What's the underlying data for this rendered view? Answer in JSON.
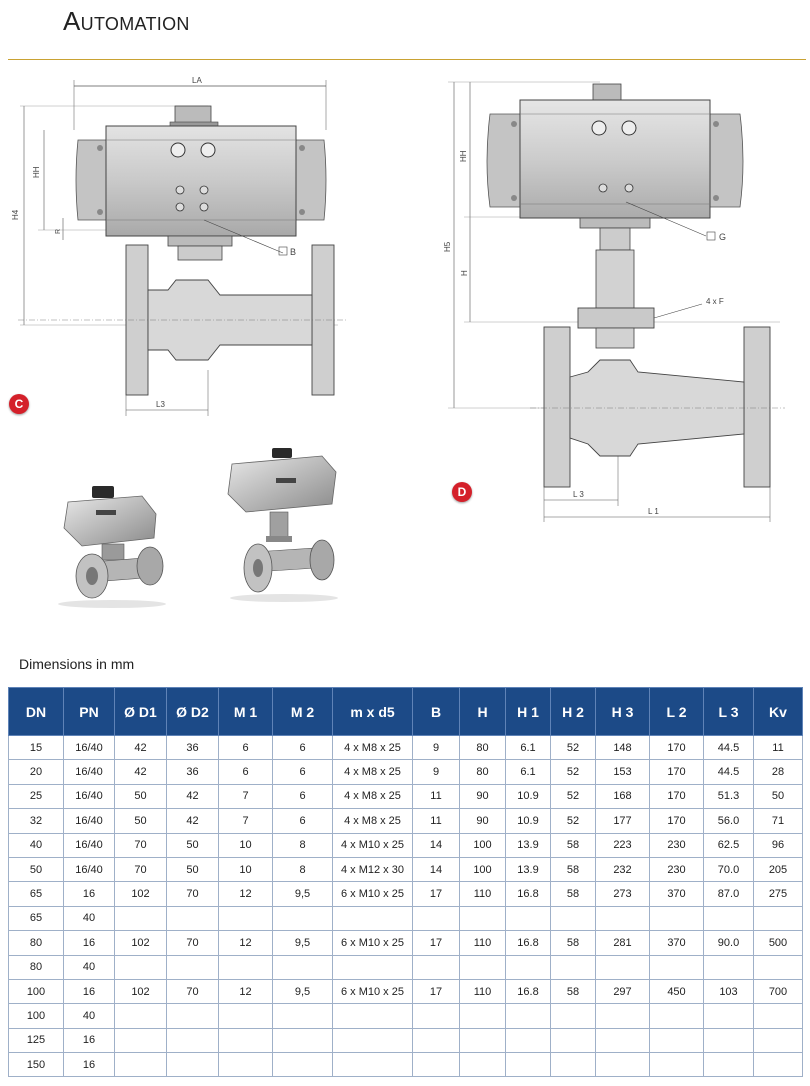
{
  "header": {
    "title": "Automation"
  },
  "drawings": {
    "c": {
      "badge": "C",
      "labels": {
        "la": "LA",
        "hh": "HH",
        "h4": "H4",
        "r": "R",
        "b": "B",
        "l3": "L3"
      }
    },
    "d": {
      "badge": "D",
      "labels": {
        "hh": "HH",
        "h5": "H5",
        "h": "H",
        "g": "G",
        "f": "4 x F",
        "l3": "L 3",
        "l1": "L 1"
      }
    }
  },
  "table": {
    "caption": "Dimensions in mm",
    "headers": [
      "DN",
      "PN",
      "Ø D1",
      "Ø D2",
      "M 1",
      "M 2",
      "m x d5",
      "B",
      "H",
      "H 1",
      "H 2",
      "H 3",
      "L 2",
      "L 3",
      "Kv"
    ],
    "rows": [
      [
        "15",
        "16/40",
        "42",
        "36",
        "6",
        "6",
        "4 x M8 x 25",
        "9",
        "80",
        "6.1",
        "52",
        "148",
        "170",
        "44.5",
        "11"
      ],
      [
        "20",
        "16/40",
        "42",
        "36",
        "6",
        "6",
        "4 x M8 x 25",
        "9",
        "80",
        "6.1",
        "52",
        "153",
        "170",
        "44.5",
        "28"
      ],
      [
        "25",
        "16/40",
        "50",
        "42",
        "7",
        "6",
        "4 x M8 x 25",
        "11",
        "90",
        "10.9",
        "52",
        "168",
        "170",
        "51.3",
        "50"
      ],
      [
        "32",
        "16/40",
        "50",
        "42",
        "7",
        "6",
        "4 x M8 x 25",
        "11",
        "90",
        "10.9",
        "52",
        "177",
        "170",
        "56.0",
        "71"
      ],
      [
        "40",
        "16/40",
        "70",
        "50",
        "10",
        "8",
        "4 x M10 x 25",
        "14",
        "100",
        "13.9",
        "58",
        "223",
        "230",
        "62.5",
        "96"
      ],
      [
        "50",
        "16/40",
        "70",
        "50",
        "10",
        "8",
        "4 x M12 x 30",
        "14",
        "100",
        "13.9",
        "58",
        "232",
        "230",
        "70.0",
        "205"
      ],
      [
        "65",
        "16",
        "102",
        "70",
        "12",
        "9,5",
        "6 x M10 x 25",
        "17",
        "110",
        "16.8",
        "58",
        "273",
        "370",
        "87.0",
        "275"
      ],
      [
        "65",
        "40",
        "",
        "",
        "",
        "",
        "",
        "",
        "",
        "",
        "",
        "",
        "",
        "",
        ""
      ],
      [
        "80",
        "16",
        "102",
        "70",
        "12",
        "9,5",
        "6 x M10 x 25",
        "17",
        "110",
        "16.8",
        "58",
        "281",
        "370",
        "90.0",
        "500"
      ],
      [
        "80",
        "40",
        "",
        "",
        "",
        "",
        "",
        "",
        "",
        "",
        "",
        "",
        "",
        "",
        ""
      ],
      [
        "100",
        "16",
        "102",
        "70",
        "12",
        "9,5",
        "6 x M10 x 25",
        "17",
        "110",
        "16.8",
        "58",
        "297",
        "450",
        "103",
        "700"
      ],
      [
        "100",
        "40",
        "",
        "",
        "",
        "",
        "",
        "",
        "",
        "",
        "",
        "",
        "",
        "",
        ""
      ],
      [
        "125",
        "16",
        "",
        "",
        "",
        "",
        "",
        "",
        "",
        "",
        "",
        "",
        "",
        "",
        ""
      ],
      [
        "150",
        "16",
        "",
        "",
        "",
        "",
        "",
        "",
        "",
        "",
        "",
        "",
        "",
        "",
        ""
      ]
    ]
  }
}
